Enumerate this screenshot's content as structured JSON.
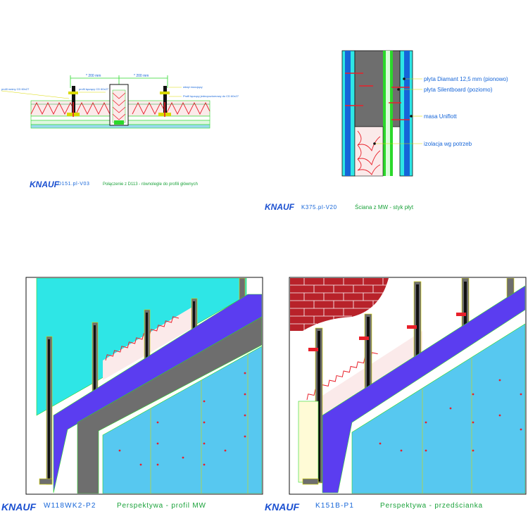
{
  "colors": {
    "cyan_board": "#2ee6e6",
    "blue_board": "#5b3df0",
    "dark_board": "#6e6e6e",
    "light_blue_board": "#57c8f0",
    "insulation_red": "#e8202a",
    "stud_black": "#111111",
    "stud_yellow": "#d9d900",
    "green_line": "#2bd82b",
    "label_blue": "#1565d8",
    "label_green": "#1aa23a",
    "brick": "#b8222a",
    "logo_blue": "#1a4fd0"
  },
  "panels": {
    "top_left": {
      "logo": "KNAUF",
      "code": "D151.pl-V03",
      "title": "Połączenie z D113 - równolegle do profili głównych",
      "dim_left": "* 200 mm",
      "dim_right": "* 200 mm",
      "label_left": "profil nośny CD 60x27",
      "label_mid": "profil łączący CD 60x27",
      "label_right_1": "wkręt mocujący",
      "label_right_2": "Profil łączący jednopoziomowy do CD 60x27"
    },
    "top_right": {
      "logo": "KNAUF",
      "code": "K375.pl-V20",
      "title": "Ściana z MW - styk płyt",
      "labels": [
        "płyta Diamant 12,5 mm (pionowo)",
        "płyta Silentboard (poziomo)",
        "masa Uniflott",
        "izolacja wg potrzeb"
      ]
    },
    "bottom_left": {
      "logo": "KNAUF",
      "code": "W118WK2-P2",
      "title": "Perspektywa - profil MW"
    },
    "bottom_right": {
      "logo": "KNAUF",
      "code": "K151B-P1",
      "title": "Perspektywa - przedścianka"
    }
  }
}
